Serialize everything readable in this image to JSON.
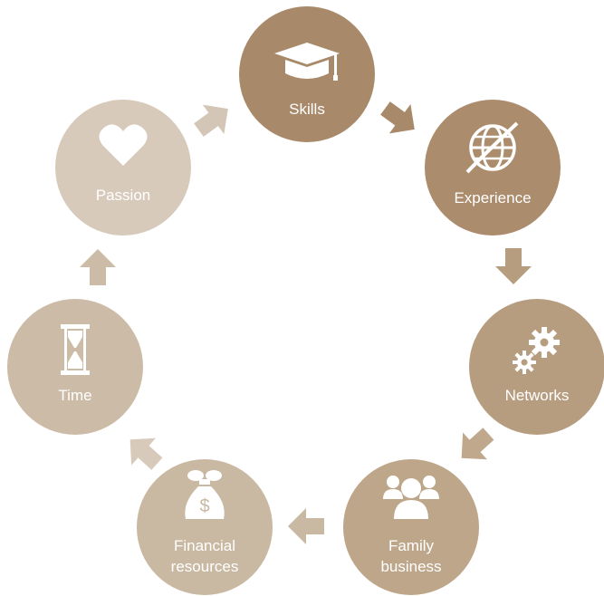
{
  "nodes": [
    {
      "id": "skills",
      "label": "Skills",
      "icon": "graduation-cap-icon",
      "color": "#a88a6a"
    },
    {
      "id": "experience",
      "label": "Experience",
      "icon": "globe-icon",
      "color": "#ab8c6c"
    },
    {
      "id": "networks",
      "label": "Networks",
      "icon": "gears-icon",
      "color": "#b79d80"
    },
    {
      "id": "family_business",
      "label_lines": [
        "Family",
        "business"
      ],
      "icon": "people-icon",
      "color": "#bda689"
    },
    {
      "id": "financial_resources",
      "label_lines": [
        "Financial",
        "resources"
      ],
      "icon": "money-bag-icon",
      "color": "#c9b8a2"
    },
    {
      "id": "time",
      "label": "Time",
      "icon": "hourglass-icon",
      "color": "#cbbba7"
    },
    {
      "id": "passion",
      "label": "Passion",
      "icon": "heart-icon",
      "color": "#d8cabb"
    }
  ],
  "arrow_icon": "arrow-icon",
  "arrow_colors": [
    "#a88a6a",
    "#b79d80",
    "#c0a88c",
    "#c9b8a2",
    "#d8cabb",
    "#cbbba7",
    "#d4c6b6"
  ]
}
